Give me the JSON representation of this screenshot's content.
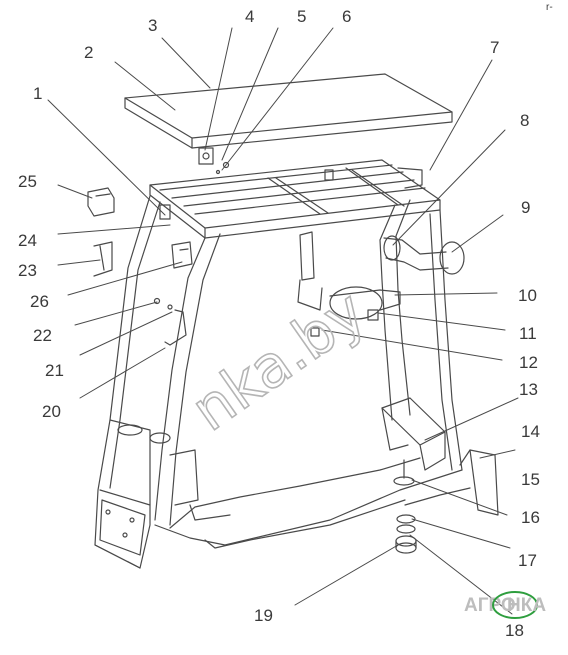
{
  "callouts": [
    "1",
    "2",
    "3",
    "4",
    "5",
    "6",
    "7",
    "8",
    "9",
    "10",
    "11",
    "12",
    "13",
    "14",
    "15",
    "16",
    "17",
    "18",
    "19",
    "20",
    "21",
    "22",
    "23",
    "24",
    "25",
    "26"
  ],
  "watermark": "nka.by",
  "logo": {
    "left": "АГРО",
    "right": "НКА",
    "accent": "#2e9e3e",
    "text_color": "#bdbdbd"
  },
  "corner_mark": "r-",
  "colors": {
    "line": "#4a4a4a",
    "background": "#ffffff"
  }
}
